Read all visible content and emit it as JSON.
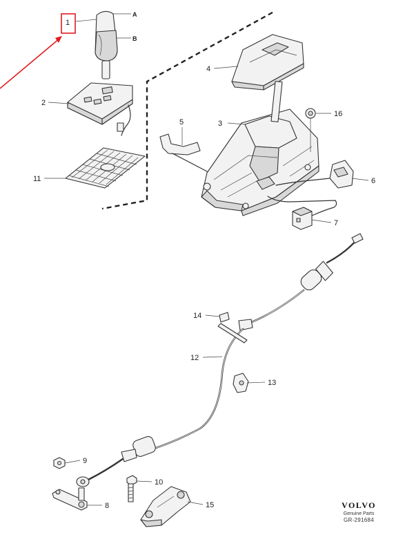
{
  "callouts": [
    {
      "id": "1",
      "text": "1"
    },
    {
      "id": "A",
      "text": "A"
    },
    {
      "id": "B",
      "text": "B"
    },
    {
      "id": "2",
      "text": "2"
    },
    {
      "id": "3",
      "text": "3"
    },
    {
      "id": "4",
      "text": "4"
    },
    {
      "id": "5",
      "text": "5"
    },
    {
      "id": "6",
      "text": "6"
    },
    {
      "id": "7",
      "text": "7"
    },
    {
      "id": "8",
      "text": "8"
    },
    {
      "id": "9",
      "text": "9"
    },
    {
      "id": "10",
      "text": "10"
    },
    {
      "id": "11",
      "text": "11"
    },
    {
      "id": "12",
      "text": "12"
    },
    {
      "id": "13",
      "text": "13"
    },
    {
      "id": "14",
      "text": "14"
    },
    {
      "id": "15",
      "text": "15"
    },
    {
      "id": "16",
      "text": "16"
    }
  ],
  "brand": {
    "logo": "VOLVO",
    "tagline": "Genuine Parts",
    "reference": "GR-291684"
  },
  "highlight": {
    "color": "#e0191f",
    "target": "1"
  }
}
